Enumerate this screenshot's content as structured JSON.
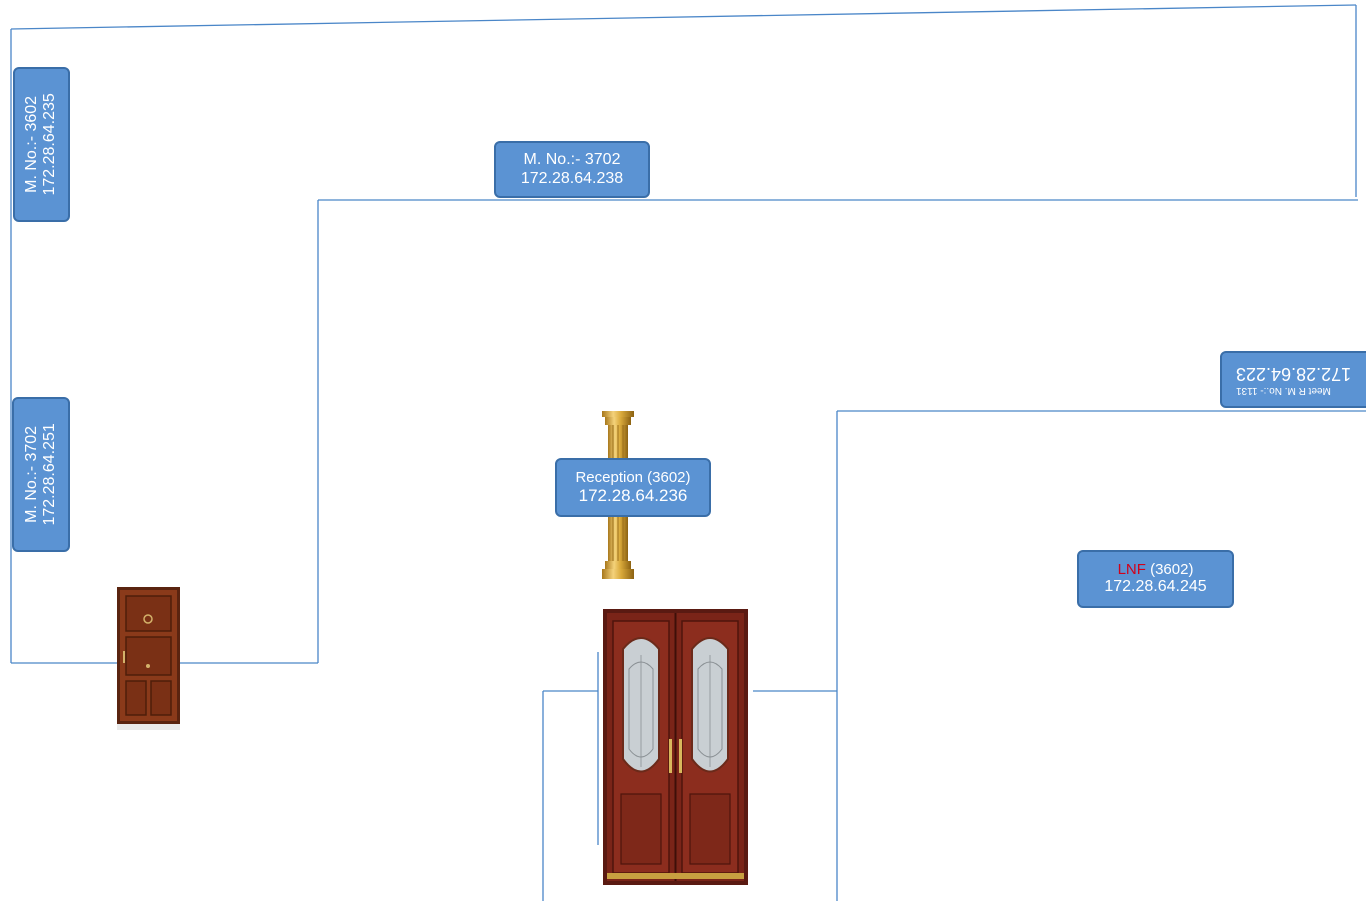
{
  "floorplan": {
    "line_color": "#4a86c8",
    "box_fill": "#5b93d3",
    "box_border": "#3a6ea8",
    "accent_color": "#d0021b",
    "labels": {
      "m3602_235": {
        "name": "M. No.:- 3602",
        "ip": "172.28.64.235"
      },
      "m3702_238": {
        "name": "M. No.:- 3702",
        "ip": "172.28.64.238"
      },
      "m3702_251": {
        "name": "M. No.:- 3702",
        "ip": "172.28.64.251"
      },
      "meet_room": {
        "name": "Meet R M. No.:- 1131",
        "ip": "172.28.64.223"
      },
      "reception": {
        "name": "Reception (3602)",
        "ip": "172.28.64.236"
      },
      "lnf": {
        "name_accent": "LNF",
        "name_rest": " (3602)",
        "ip": "172.28.64.245"
      }
    },
    "icons": {
      "single_door": "single-door-icon",
      "double_door": "double-glass-door-icon",
      "pillar": "golden-column-icon"
    }
  }
}
